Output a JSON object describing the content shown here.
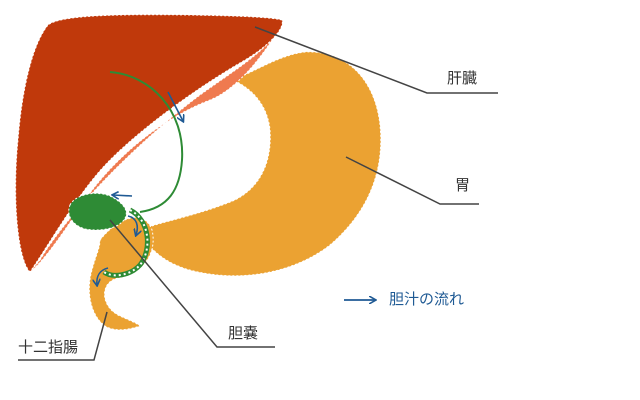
{
  "labels": {
    "liver": "肝臓",
    "stomach": "胃",
    "gallbladder": "胆嚢",
    "duodenum": "十二指腸"
  },
  "legend": {
    "text": "胆汁の流れ"
  },
  "colors": {
    "liver_dark": "#c0390b",
    "liver_light": "#ef7a4f",
    "stomach": "#eba232",
    "gallbladder": "#2e8b35",
    "bile_arrow": "#1f5a94",
    "leader_line": "#444444"
  }
}
